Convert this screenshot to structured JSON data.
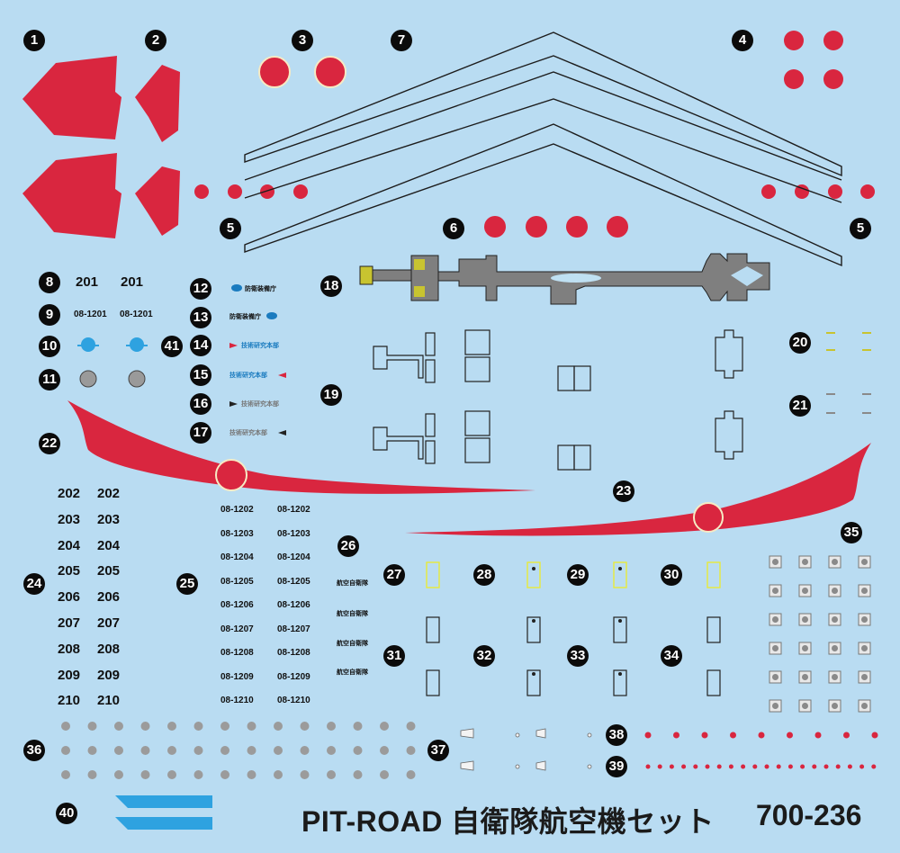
{
  "colors": {
    "background": "#b9dcf2",
    "hinomaru": "#d9263f",
    "outline": "#222222",
    "grey": "#8a8a8a",
    "yellow": "#e8ea3a",
    "stripe": "#2ea2e0"
  },
  "numbers": {
    "n1": "1",
    "n2": "2",
    "n3": "3",
    "n4": "4",
    "n5": "5",
    "n6": "6",
    "n7": "7",
    "n8": "8",
    "n9": "9",
    "n10": "10",
    "n11": "11",
    "n12": "12",
    "n13": "13",
    "n14": "14",
    "n15": "15",
    "n16": "16",
    "n17": "17",
    "n18": "18",
    "n19": "19",
    "n20": "20",
    "n21": "21",
    "n22": "22",
    "n23": "23",
    "n24": "24",
    "n25": "25",
    "n26": "26",
    "n27": "27",
    "n28": "28",
    "n29": "29",
    "n30": "30",
    "n31": "31",
    "n32": "32",
    "n33": "33",
    "n34": "34",
    "n35": "35",
    "n36": "36",
    "n37": "37",
    "n38": "38",
    "n39": "39",
    "n40": "40",
    "n41": "41"
  },
  "item8": {
    "a": "201",
    "b": "201"
  },
  "item9": {
    "a": "08-1201",
    "b": "08-1201"
  },
  "labels": {
    "bouei": "防衛装備庁",
    "gijutsu": "技術研究本部"
  },
  "item24": {
    "left": [
      "202",
      "203",
      "204",
      "205",
      "206",
      "207",
      "208",
      "209",
      "210"
    ],
    "right": [
      "202",
      "203",
      "204",
      "205",
      "206",
      "207",
      "208",
      "209",
      "210"
    ]
  },
  "item25": {
    "left": [
      "08-1202",
      "08-1203",
      "08-1204",
      "08-1205",
      "08-1206",
      "08-1207",
      "08-1208",
      "08-1209",
      "08-1210"
    ],
    "right": [
      "08-1202",
      "08-1203",
      "08-1204",
      "08-1205",
      "08-1206",
      "08-1207",
      "08-1208",
      "08-1209",
      "08-1210"
    ]
  },
  "item26": {
    "text": "航空自衛隊"
  },
  "footer": {
    "title": "PIT-ROAD 自衛隊航空機セット",
    "code": "700-236"
  }
}
